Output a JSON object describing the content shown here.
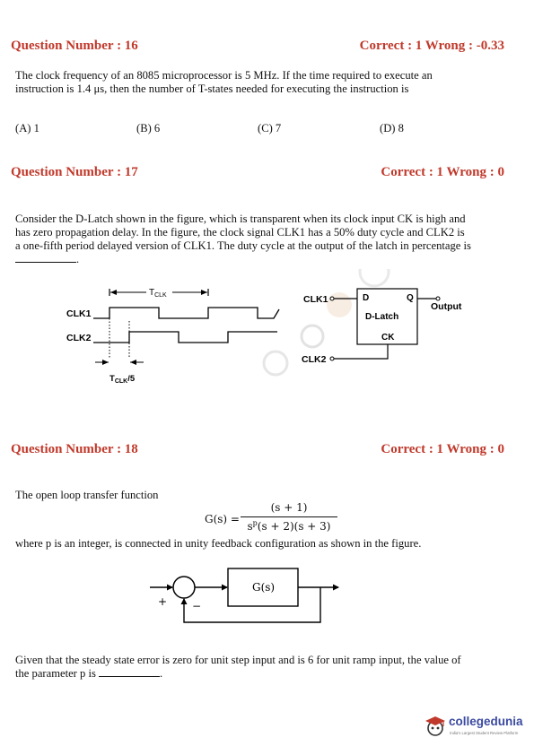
{
  "q16": {
    "heading": "Question Number : 16",
    "score": "Correct : 1  Wrong : -0.33",
    "line1": "The clock frequency of an 8085 microprocessor is 5 MHz. If the time required to execute an",
    "line2": "instruction is 1.4 μs, then the number of T-states needed for executing the instruction is",
    "options": [
      "(A) 1",
      "(B) 6",
      "(C) 7",
      "(D) 8"
    ]
  },
  "q17": {
    "heading": "Question Number : 17",
    "score": "Correct : 1  Wrong : 0",
    "line1": "Consider the D-Latch shown in the figure, which is transparent when its clock input CK is high and",
    "line2": "has zero propagation delay. In the figure, the clock signal CLK1 has a 50% duty cycle and CLK2 is",
    "line3": "a one-fifth period delayed version of CLK1. The duty cycle at the output of the latch in percentage is",
    "blank_tail": ".",
    "figure": {
      "tclk": "T",
      "tclk_sub": "CLK",
      "tclk5": "T",
      "tclk5_sub": "CLK",
      "tclk5_tail": "/5",
      "clk1": "CLK1",
      "clk2": "CLK2",
      "latch_d": "D",
      "latch_q": "Q",
      "latch_name": "D-Latch",
      "latch_ck": "CK",
      "clk1_in": "CLK1",
      "clk2_in": "CLK2",
      "output": "Output"
    }
  },
  "q18": {
    "heading": "Question Number : 18",
    "score": "Correct : 1  Wrong : 0",
    "intro": "The open loop transfer function",
    "lhs": "G(s) =",
    "numerator": "(s + 1)",
    "denominator_a": "s",
    "denominator_sup": "p",
    "denominator_b": "(s + 2)(s + 3)",
    "where": "where p is an integer, is connected in unity feedback configuration as shown in the figure.",
    "block": "G(s)",
    "plus": "+",
    "minus": "−",
    "line1": "Given that the steady state error is zero for unit step input and is 6 for unit ramp input, the value of",
    "line2": "the parameter p is",
    "tail": "."
  },
  "brand": {
    "name": "collegedunia",
    "tagline": "India's Largest Student Review Platform",
    "accent": "#3b4aa0"
  }
}
